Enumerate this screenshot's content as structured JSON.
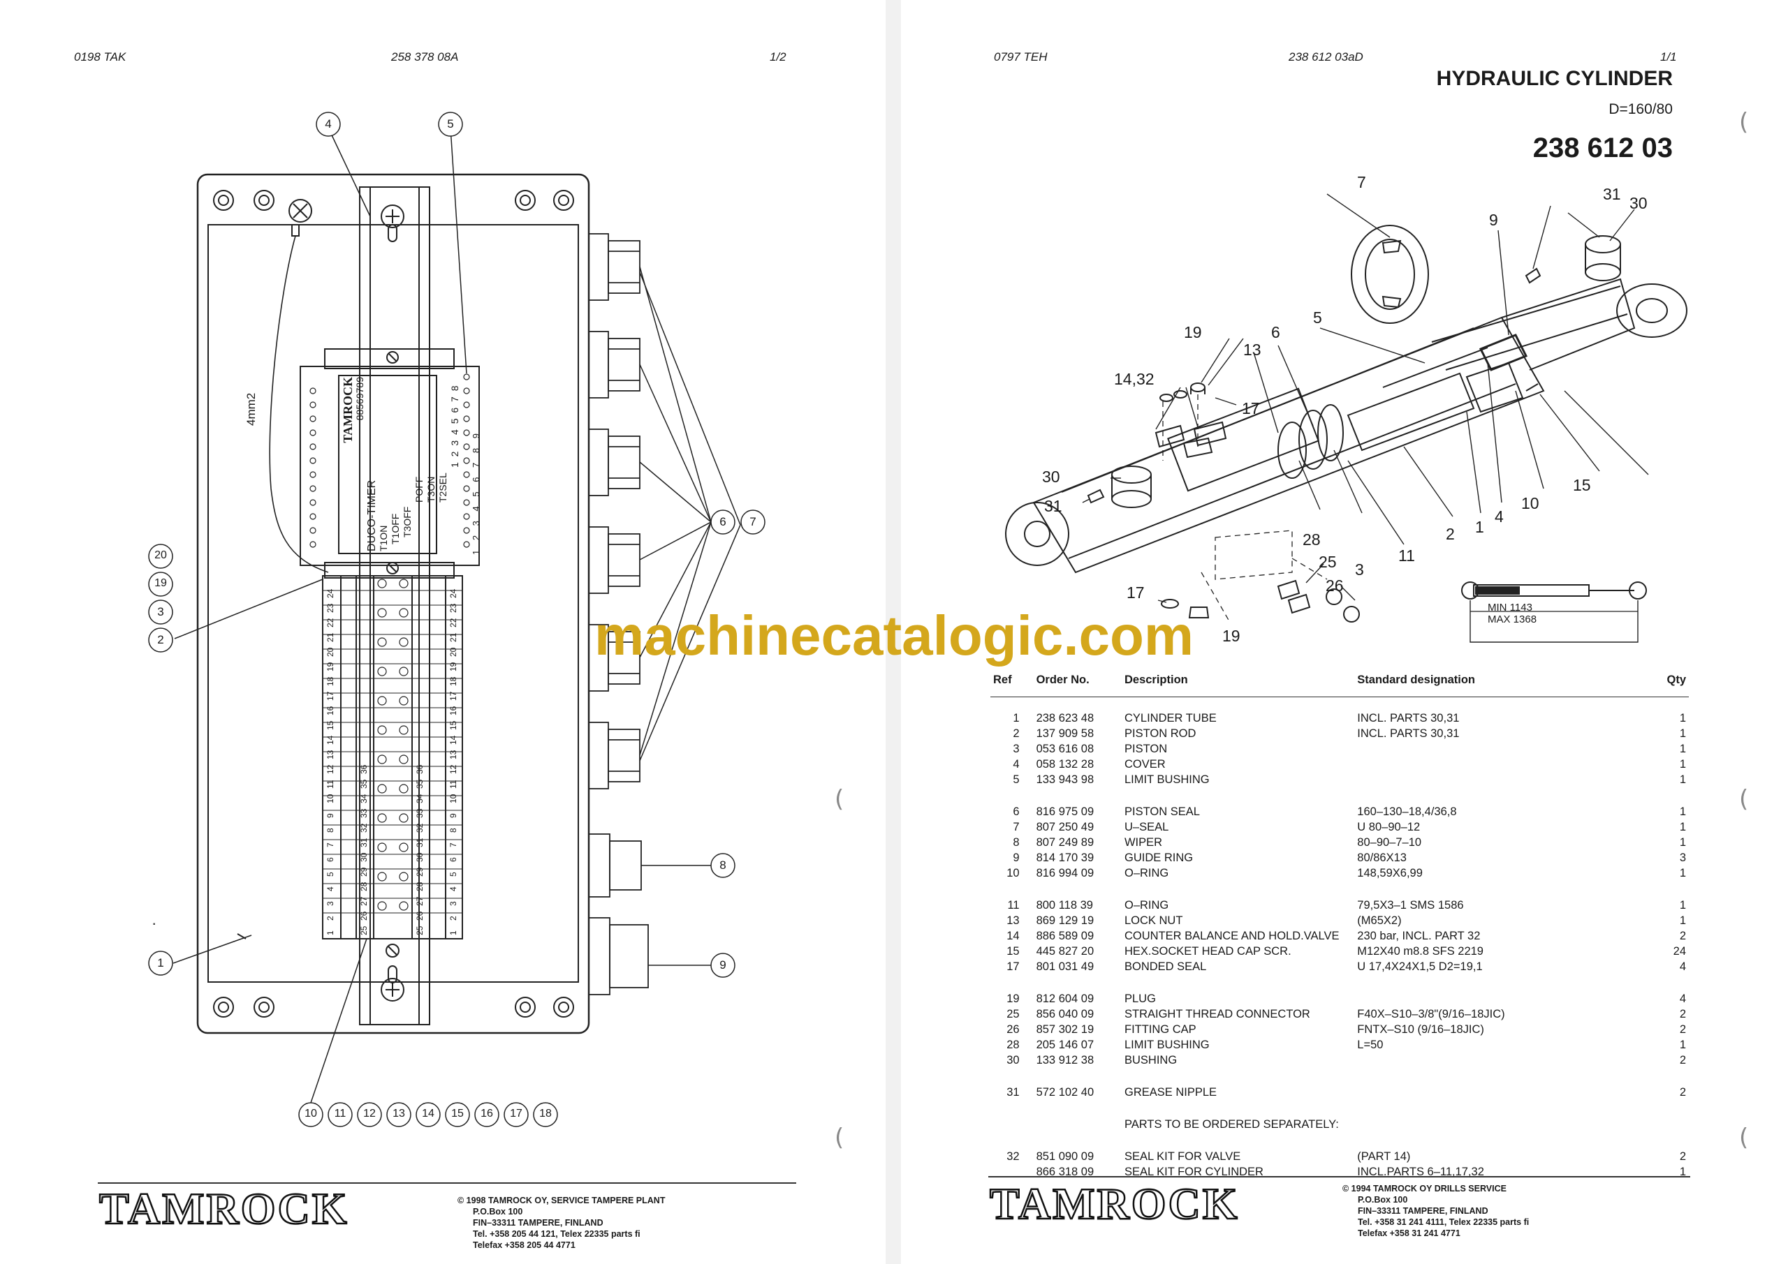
{
  "watermark": "machinecatalogic.com",
  "left_page": {
    "header": {
      "code": "0198 TAK",
      "doc_no": "258 378 08A",
      "page": "1/2"
    },
    "module": {
      "brand": "TAMROCK",
      "number": "88569789",
      "name": "DUCO-TIMER",
      "lines": [
        "T1ON",
        "T1OFF",
        "T3OFF",
        "POFF",
        "T3ON",
        "T2SEL"
      ],
      "left_numbers": "1 2 3 4 5 6 7 8",
      "right_numbers": "1 2 3 4 5 6 7 8 9"
    },
    "wire_label": "4mm2",
    "terminal_numbers": [
      "1",
      "2",
      "3",
      "4",
      "5",
      "6",
      "7",
      "8",
      "9",
      "10",
      "11",
      "12",
      "13",
      "14",
      "15",
      "16",
      "17",
      "18",
      "19",
      "20",
      "21",
      "22",
      "23",
      "24"
    ],
    "terminal_numbers_inner": [
      "25",
      "26",
      "27",
      "28",
      "29",
      "30",
      "31",
      "32",
      "33",
      "34",
      "35",
      "36"
    ],
    "callouts": {
      "c1": "1",
      "c2": "2",
      "c3": "3",
      "c4": "4",
      "c5": "5",
      "c6": "6",
      "c7": "7",
      "c8": "8",
      "c9": "9",
      "c19": "19",
      "c20": "20",
      "bottom": [
        "10",
        "11",
        "12",
        "13",
        "14",
        "15",
        "16",
        "17",
        "18"
      ]
    },
    "footer": {
      "logo": "TAMROCK",
      "copyright": "© 1998 TAMROCK OY, SERVICE TAMPERE PLANT",
      "lines": [
        "P.O.Box 100",
        "FIN–33311 TAMPERE, FINLAND",
        "Tel. +358 205 44 121, Telex 22335 parts fi",
        "Telefax +358 205 44 4771"
      ]
    }
  },
  "right_page": {
    "header": {
      "code": "0797 TEH",
      "doc_no": "238 612 03aD",
      "page": "1/1"
    },
    "title": "HYDRAULIC CYLINDER",
    "subtitle": "D=160/80",
    "part_number": "238 612 03",
    "diagram_labels": {
      "l7": "7",
      "l9": "9",
      "l31a": "31",
      "l30a": "30",
      "l19a": "19",
      "l6": "6",
      "l5": "5",
      "l13": "13",
      "l1432": "14,32",
      "l17a": "17",
      "l30b": "30",
      "l31b": "31",
      "l28": "28",
      "l3": "3",
      "l11": "11",
      "l2": "2",
      "l1": "1",
      "l4": "4",
      "l10": "10",
      "l15": "15",
      "l25": "25",
      "l26": "26",
      "l17b": "17",
      "l19b": "19"
    },
    "dimension": {
      "min": "MIN  1143",
      "max": "MAX  1368"
    },
    "table": {
      "headers": {
        "ref": "Ref",
        "order": "Order No.",
        "desc": "Description",
        "std": "Standard designation",
        "qty": "Qty"
      },
      "rows": [
        {
          "ref": "1",
          "order": "238 623 48",
          "desc": "CYLINDER TUBE",
          "std": "INCL. PARTS 30,31",
          "qty": "1",
          "cls": "first"
        },
        {
          "ref": "2",
          "order": "137 909 58",
          "desc": "PISTON ROD",
          "std": "INCL. PARTS 30,31",
          "qty": "1"
        },
        {
          "ref": "3",
          "order": "053 616 08",
          "desc": "PISTON",
          "std": "",
          "qty": "1"
        },
        {
          "ref": "4",
          "order": "058 132 28",
          "desc": "COVER",
          "std": "",
          "qty": "1"
        },
        {
          "ref": "5",
          "order": "133 943 98",
          "desc": "LIMIT BUSHING",
          "std": "",
          "qty": "1"
        },
        {
          "gap": true
        },
        {
          "ref": "6",
          "order": "816 975 09",
          "desc": "PISTON SEAL",
          "std": "160–130–18,4/36,8",
          "qty": "1"
        },
        {
          "ref": "7",
          "order": "807 250 49",
          "desc": "U–SEAL",
          "std": "U 80–90–12",
          "qty": "1"
        },
        {
          "ref": "8",
          "order": "807 249 89",
          "desc": "WIPER",
          "std": "80–90–7–10",
          "qty": "1"
        },
        {
          "ref": "9",
          "order": "814 170 39",
          "desc": "GUIDE RING",
          "std": "80/86X13",
          "qty": "3"
        },
        {
          "ref": "10",
          "order": "816 994 09",
          "desc": "O–RING",
          "std": "148,59X6,99",
          "qty": "1"
        },
        {
          "gap": true
        },
        {
          "ref": "11",
          "order": "800 118 39",
          "desc": "O–RING",
          "std": "79,5X3–1 SMS 1586",
          "qty": "1"
        },
        {
          "ref": "13",
          "order": "869 129 19",
          "desc": "LOCK NUT",
          "std": "(M65X2)",
          "qty": "1"
        },
        {
          "ref": "14",
          "order": "886 589 09",
          "desc": "COUNTER BALANCE AND HOLD.VALVE",
          "std": "230 bar, INCL. PART 32",
          "qty": "2"
        },
        {
          "ref": "15",
          "order": "445 827 20",
          "desc": "HEX.SOCKET HEAD CAP SCR.",
          "std": "M12X40 m8.8 SFS 2219",
          "qty": "24"
        },
        {
          "ref": "17",
          "order": "801 031 49",
          "desc": "BONDED SEAL",
          "std": "U 17,4X24X1,5  D2=19,1",
          "qty": "4"
        },
        {
          "gap": true
        },
        {
          "ref": "19",
          "order": "812 604 09",
          "desc": "PLUG",
          "std": "",
          "qty": "4"
        },
        {
          "ref": "25",
          "order": "856 040 09",
          "desc": "STRAIGHT THREAD CONNECTOR",
          "std": "F40X–S10–3/8\"(9/16–18JIC)",
          "qty": "2"
        },
        {
          "ref": "26",
          "order": "857 302 19",
          "desc": "FITTING CAP",
          "std": "FNTX–S10 (9/16–18JIC)",
          "qty": "2"
        },
        {
          "ref": "28",
          "order": "205 146 07",
          "desc": "LIMIT BUSHING",
          "std": "L=50",
          "qty": "1"
        },
        {
          "ref": "30",
          "order": "133 912 38",
          "desc": "BUSHING",
          "std": "",
          "qty": "2"
        },
        {
          "gap": true
        },
        {
          "ref": "31",
          "order": "572 102 40",
          "desc": "GREASE NIPPLE",
          "std": "",
          "qty": "2"
        },
        {
          "gap": true
        },
        {
          "ref": "",
          "order": "",
          "desc": "PARTS TO BE ORDERED SEPARATELY:",
          "std": "",
          "qty": ""
        },
        {
          "gap": true
        },
        {
          "ref": "32",
          "order": "851 090 09",
          "desc": "SEAL KIT FOR VALVE",
          "std": "(PART 14)",
          "qty": "2"
        },
        {
          "ref": "",
          "order": "866 318 09",
          "desc": "SEAL KIT FOR CYLINDER",
          "std": "INCL.PARTS 6–11,17,32",
          "qty": "1"
        }
      ]
    },
    "footer": {
      "logo": "TAMROCK",
      "copyright": "© 1994 TAMROCK OY DRILLS SERVICE",
      "lines": [
        "P.O.Box 100",
        "FIN–33311 TAMPERE, FINLAND",
        "Tel. +358 31 241 4111, Telex 22335 parts fi",
        "Telefax +358 31 241 4771"
      ]
    }
  }
}
